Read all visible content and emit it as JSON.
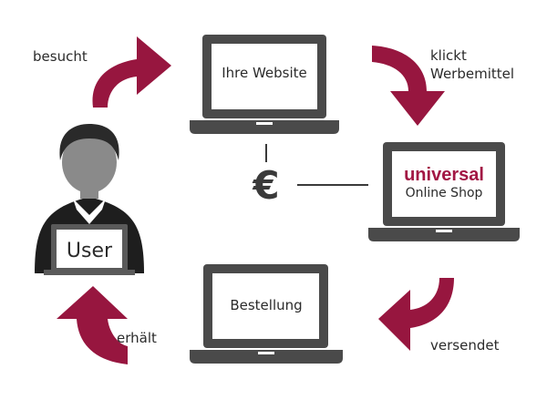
{
  "labels": {
    "besucht": "besucht",
    "klickt_line1": "klickt",
    "klickt_line2": "Werbemittel",
    "versendet": "versendet",
    "erhaelt": "erhält"
  },
  "laptops": {
    "website": "Ihre Website",
    "shop_brand": "universal",
    "shop_sub": "Online Shop",
    "bestellung": "Bestellung"
  },
  "user": {
    "label": "User"
  },
  "currency": {
    "symbol": "€"
  },
  "colors": {
    "arrow": "#97163f",
    "device": "#4a4a4a",
    "brand": "#a21744",
    "connector": "#3a3a3a"
  }
}
